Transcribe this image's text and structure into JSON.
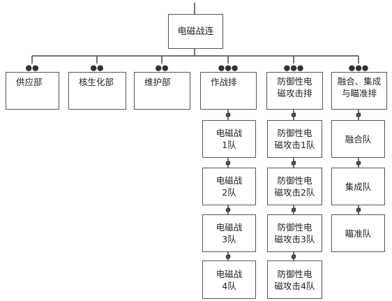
{
  "org_chart": {
    "root": "电磁战连",
    "units": [
      {
        "label": "供应部"
      },
      {
        "label": "核生化部"
      },
      {
        "label": "维护部"
      },
      {
        "label": "作战排",
        "children": [
          "电磁战\n1队",
          "电磁战\n2队",
          "电磁战\n3队",
          "电磁战\n4队"
        ]
      },
      {
        "label": "防御性电\n磁攻击排",
        "children": [
          "防御性电\n磁攻击1队",
          "防御性电\n磁攻击2队",
          "防御性电\n磁攻击3队",
          "防御性电\n磁攻击4队"
        ]
      },
      {
        "label": "融合、集成\n与瞄准排",
        "children": [
          "融合队",
          "集成队",
          "瞄准队"
        ]
      }
    ],
    "rank_marks": [
      "●●",
      "●●",
      "●●",
      "●●●",
      "●●●",
      "●●●"
    ],
    "team_mark": "ø"
  }
}
